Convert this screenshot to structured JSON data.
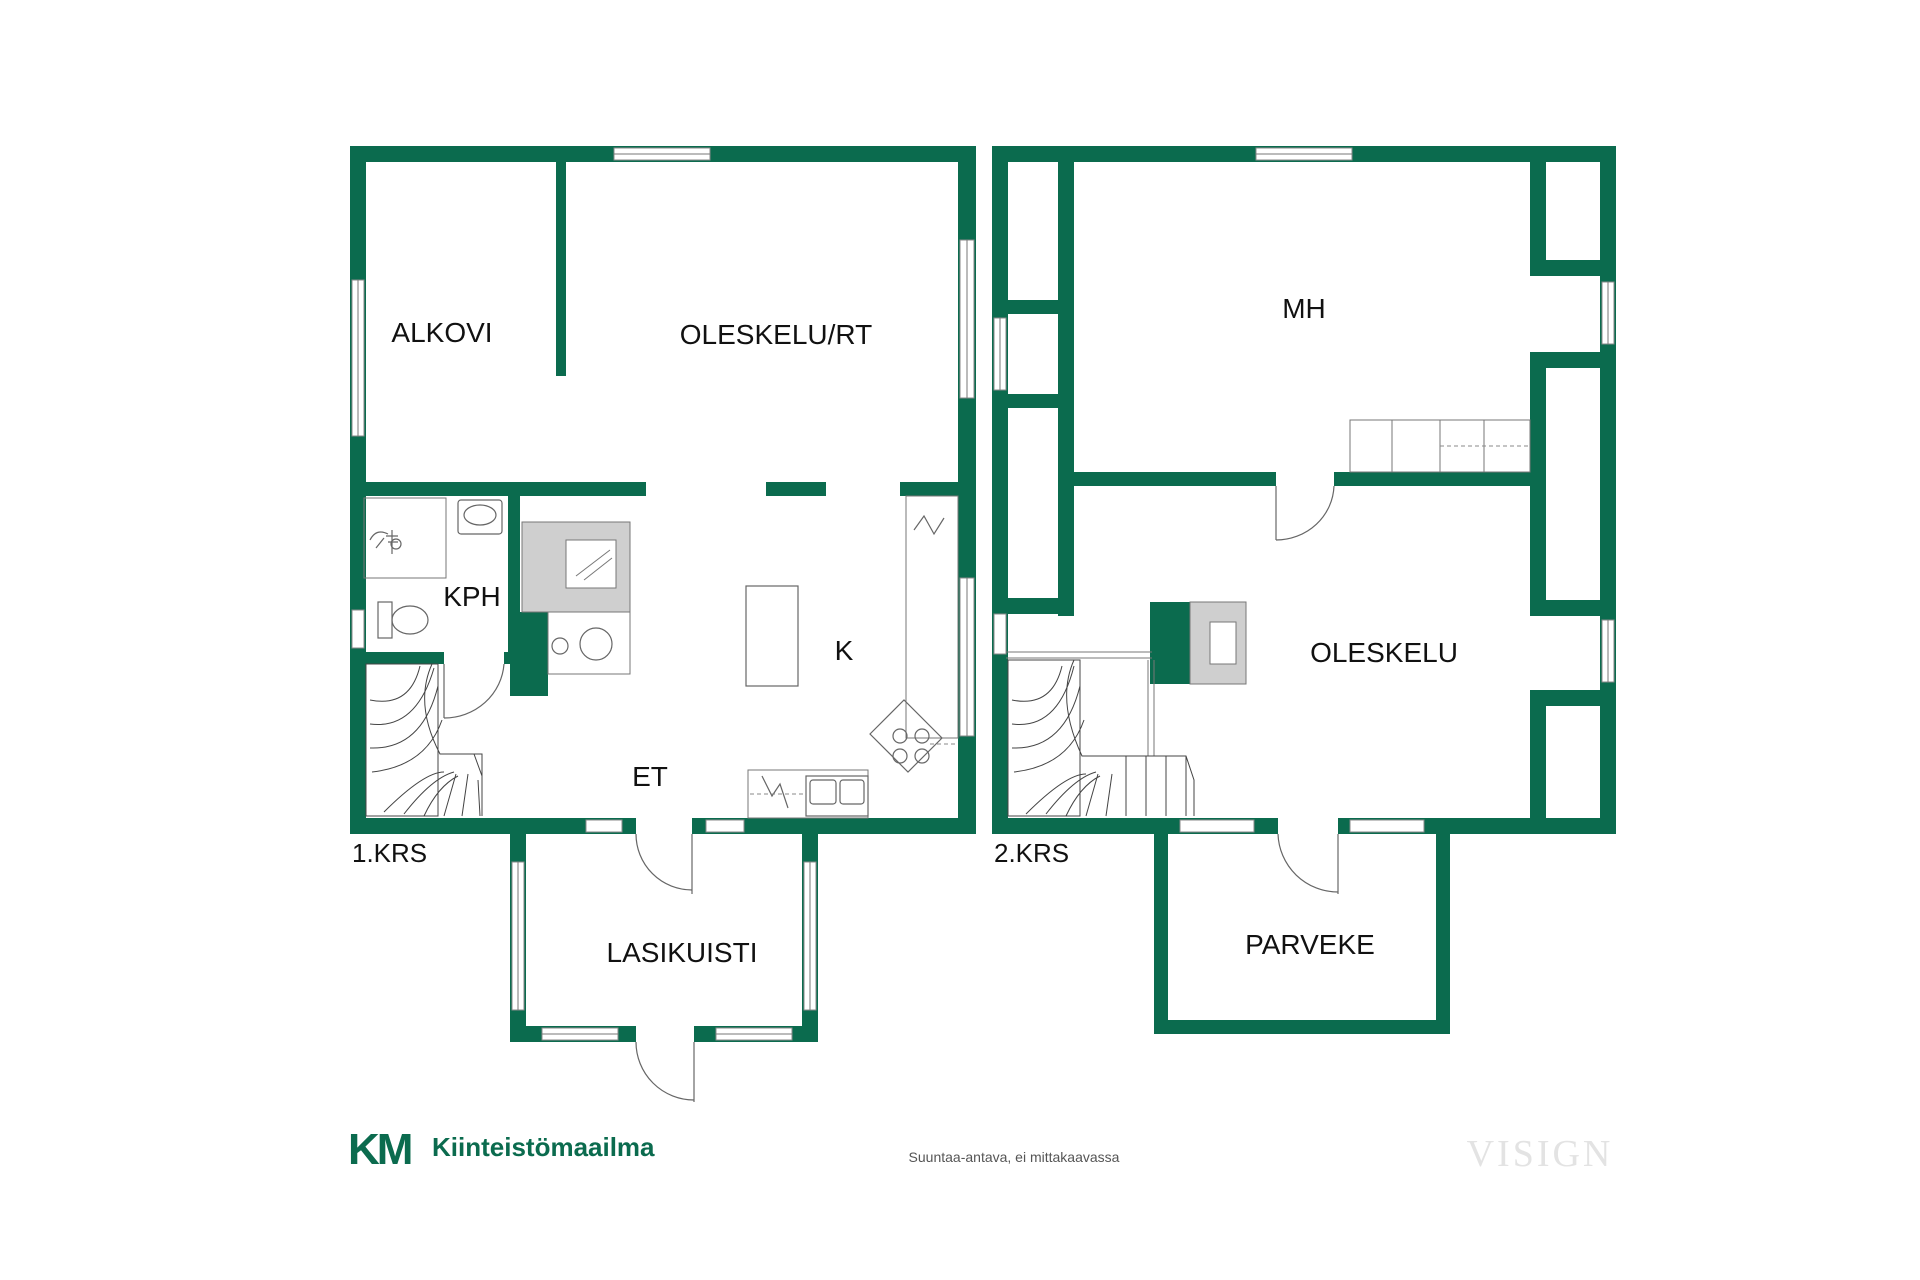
{
  "floors": [
    {
      "label": "1.KRS",
      "rooms": [
        "ALKOVI",
        "OLESKELU/RT",
        "KPH",
        "K",
        "ET",
        "LASIKUISTI"
      ]
    },
    {
      "label": "2.KRS",
      "rooms": [
        "MH",
        "OLESKELU",
        "PARVEKE"
      ]
    }
  ],
  "footer": {
    "brand_mark": "KM",
    "brand_name": "Kiinteistömaailma",
    "note": "Suuntaa-antava, ei mittakaavassa",
    "watermark": "VISIGN"
  },
  "colors": {
    "wall": "#0b6b4e",
    "background": "#ffffff"
  }
}
